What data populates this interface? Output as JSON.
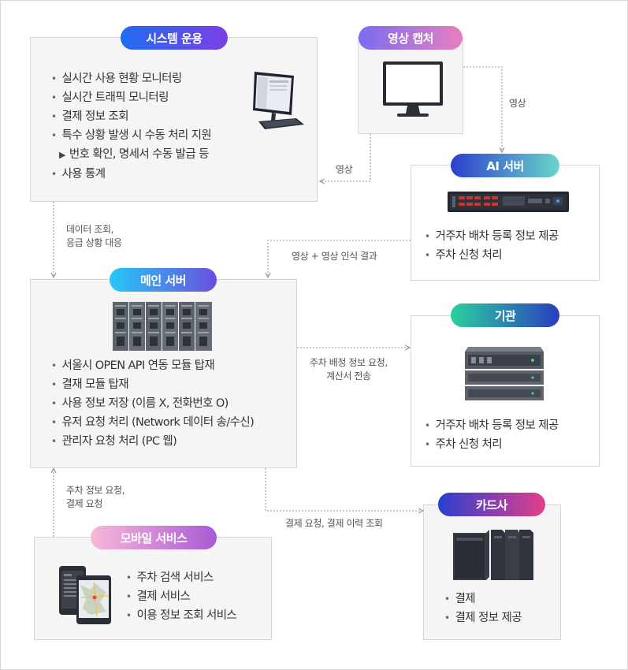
{
  "system_ops": {
    "title": "시스템 운용",
    "items": [
      "실시간 사용 현황 모니터링",
      "실시간 트래픽 모니터링",
      "결제 정보 조회",
      "특수 상황 발생 시 수동 처리 지원"
    ],
    "sub_item": "번호 확인, 명세서 수동 발급 등",
    "last_item": "사용 통계"
  },
  "video_capture": {
    "title": "영상 캡처"
  },
  "ai_server": {
    "title": "AI 서버",
    "items": [
      "거주자 배차 등록 정보 제공",
      "주차 신청 처리"
    ]
  },
  "main_server": {
    "title": "메인 서버",
    "items": [
      "서울시 OPEN API 연동 모듈 탑재",
      "결재 모듈 탑재",
      "사용 정보 저장 (이름 X, 전화번호 O)",
      "유저 요청 처리 (Network 데이터 송/수신)",
      "관리자 요청 처리 (PC 웹)"
    ]
  },
  "agency": {
    "title": "기관",
    "items": [
      "거주자 배차 등록 정보 제공",
      "주차 신청 처리"
    ]
  },
  "card_company": {
    "title": "카드사",
    "items": [
      "결제",
      "결제 정보 제공"
    ]
  },
  "mobile_service": {
    "title": "모바일 서비스",
    "items": [
      "주차 검색 서비스",
      "결제 서비스",
      "이용 정보 조회 서비스"
    ]
  },
  "flows": {
    "video_to_ai": "영상",
    "video_to_system": "영상",
    "ai_to_main": "영상 + 영상 인식 결과",
    "system_to_main": [
      "데이터 조회,",
      "응급 상황 대응"
    ],
    "main_to_agency": [
      "주차 배정 정보 요청,",
      "계산서 전송"
    ],
    "mobile_to_main": [
      "주차 정보 요청,",
      "결제 요청"
    ],
    "main_to_card": "결제 요청, 결제 이력 조회"
  },
  "colors": {
    "system_ops_pill": [
      "#1f6cf0",
      "#7b3fe4"
    ],
    "video_capture_pill": [
      "#7b6cf0",
      "#e77fbf"
    ],
    "ai_server_pill": [
      "#2d3fcf",
      "#69d6c8"
    ],
    "main_server_pill": [
      "#25c8f5",
      "#6a4fe0"
    ],
    "agency_pill": [
      "#2bcf9e",
      "#2a3fbf"
    ],
    "card_company_pill": [
      "#2a3fd0",
      "#e33f8a"
    ],
    "mobile_service_pill": [
      "#f7b9d8",
      "#a85ad6"
    ],
    "line": "#a9a9a9"
  }
}
